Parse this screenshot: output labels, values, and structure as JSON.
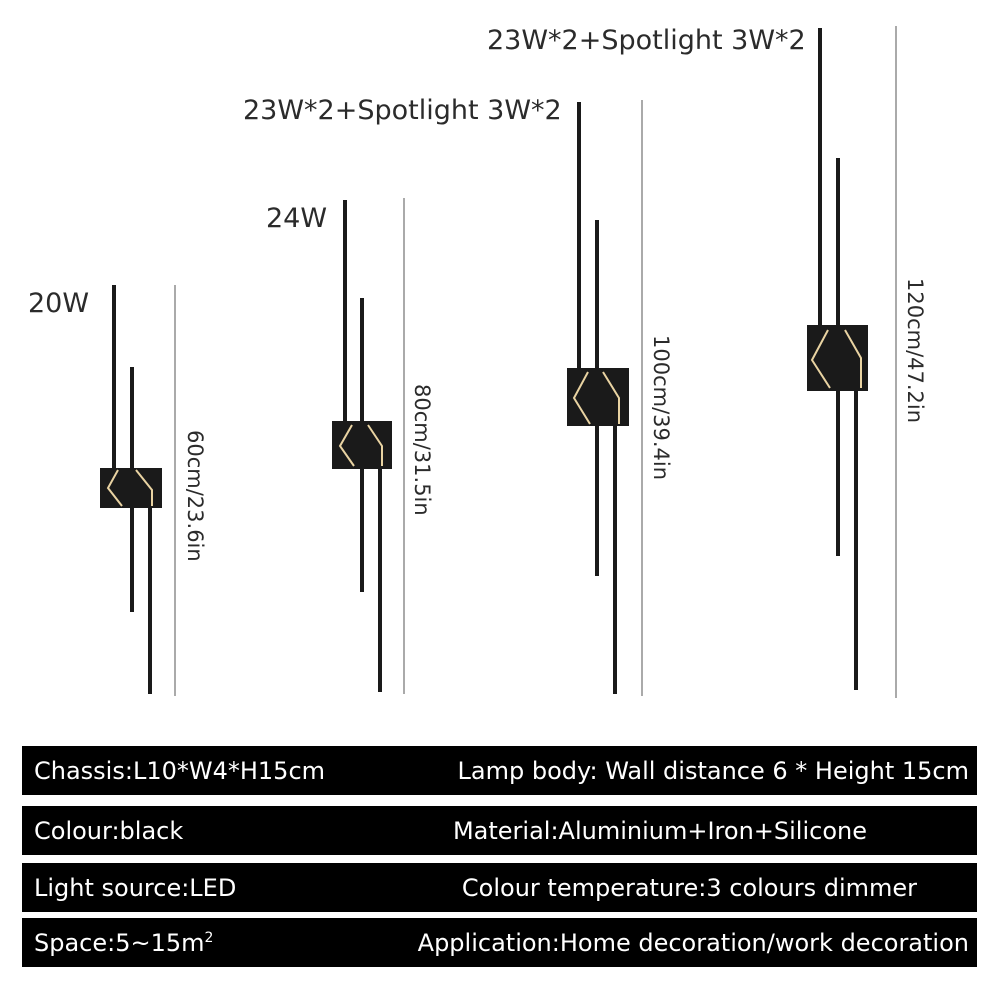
{
  "models": [
    {
      "wattage": "20W",
      "dimension": "60cm/23.6in"
    },
    {
      "wattage": "24W",
      "dimension": "80cm/31.5in"
    },
    {
      "wattage": "23W*2+Spotlight 3W*2",
      "dimension": "100cm/39.4in"
    },
    {
      "wattage": "23W*2+Spotlight 3W*2",
      "dimension": "120cm/47.2in"
    }
  ],
  "specs": [
    {
      "left": "Chassis:L10*W4*H15cm",
      "right": "Lamp body: Wall distance 6 * Height 15cm"
    },
    {
      "left": "Colour:black",
      "right": "Material:Aluminium+Iron+Silicone"
    },
    {
      "left": "Light source:LED",
      "right": "Colour temperature:3 colours dimmer"
    },
    {
      "left": "Space:5~15m",
      "left_sup": "2",
      "right": "Application:Home decoration/work decoration"
    }
  ],
  "colors": {
    "lamp": "#1a1a1a",
    "glow": "#e9d3a2",
    "bar": "#000000",
    "bar_text": "#ffffff",
    "dim_line": "#555555"
  }
}
